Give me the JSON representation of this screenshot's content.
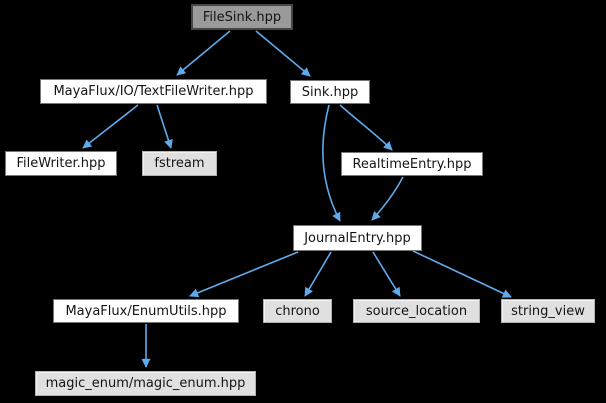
{
  "graph": {
    "title": "FileSink.hpp include dependency graph",
    "background_color": "#000000",
    "edge_color": "#5eaaec",
    "node_styles": {
      "current_fill": "#9a9a9a",
      "current_border": "#464646",
      "internal_fill": "#ffffff",
      "internal_border": "#757575",
      "system_fill": "#e0e0e0",
      "system_border": "#b2b2b2",
      "text_color": "#141414"
    },
    "nodes": [
      {
        "id": "filesink",
        "label": "FileSink.hpp",
        "type": "current"
      },
      {
        "id": "textfilewriter",
        "label": "MayaFlux/IO/TextFileWriter.hpp",
        "type": "internal"
      },
      {
        "id": "sink",
        "label": "Sink.hpp",
        "type": "internal"
      },
      {
        "id": "filewriter",
        "label": "FileWriter.hpp",
        "type": "internal"
      },
      {
        "id": "fstream",
        "label": "fstream",
        "type": "system"
      },
      {
        "id": "realtimeentry",
        "label": "RealtimeEntry.hpp",
        "type": "internal"
      },
      {
        "id": "journalentry",
        "label": "JournalEntry.hpp",
        "type": "internal"
      },
      {
        "id": "enumutils",
        "label": "MayaFlux/EnumUtils.hpp",
        "type": "internal"
      },
      {
        "id": "chrono",
        "label": "chrono",
        "type": "system"
      },
      {
        "id": "source_location",
        "label": "source_location",
        "type": "system"
      },
      {
        "id": "string_view",
        "label": "string_view",
        "type": "system"
      },
      {
        "id": "magic_enum",
        "label": "magic_enum/magic_enum.hpp",
        "type": "system"
      }
    ],
    "edges": [
      {
        "from": "FileSink.hpp",
        "to": "MayaFlux/IO/TextFileWriter.hpp"
      },
      {
        "from": "FileSink.hpp",
        "to": "Sink.hpp"
      },
      {
        "from": "MayaFlux/IO/TextFileWriter.hpp",
        "to": "FileWriter.hpp"
      },
      {
        "from": "MayaFlux/IO/TextFileWriter.hpp",
        "to": "fstream"
      },
      {
        "from": "Sink.hpp",
        "to": "RealtimeEntry.hpp"
      },
      {
        "from": "Sink.hpp",
        "to": "JournalEntry.hpp"
      },
      {
        "from": "RealtimeEntry.hpp",
        "to": "JournalEntry.hpp"
      },
      {
        "from": "JournalEntry.hpp",
        "to": "MayaFlux/EnumUtils.hpp"
      },
      {
        "from": "JournalEntry.hpp",
        "to": "chrono"
      },
      {
        "from": "JournalEntry.hpp",
        "to": "source_location"
      },
      {
        "from": "JournalEntry.hpp",
        "to": "string_view"
      },
      {
        "from": "MayaFlux/EnumUtils.hpp",
        "to": "magic_enum/magic_enum.hpp"
      }
    ]
  }
}
